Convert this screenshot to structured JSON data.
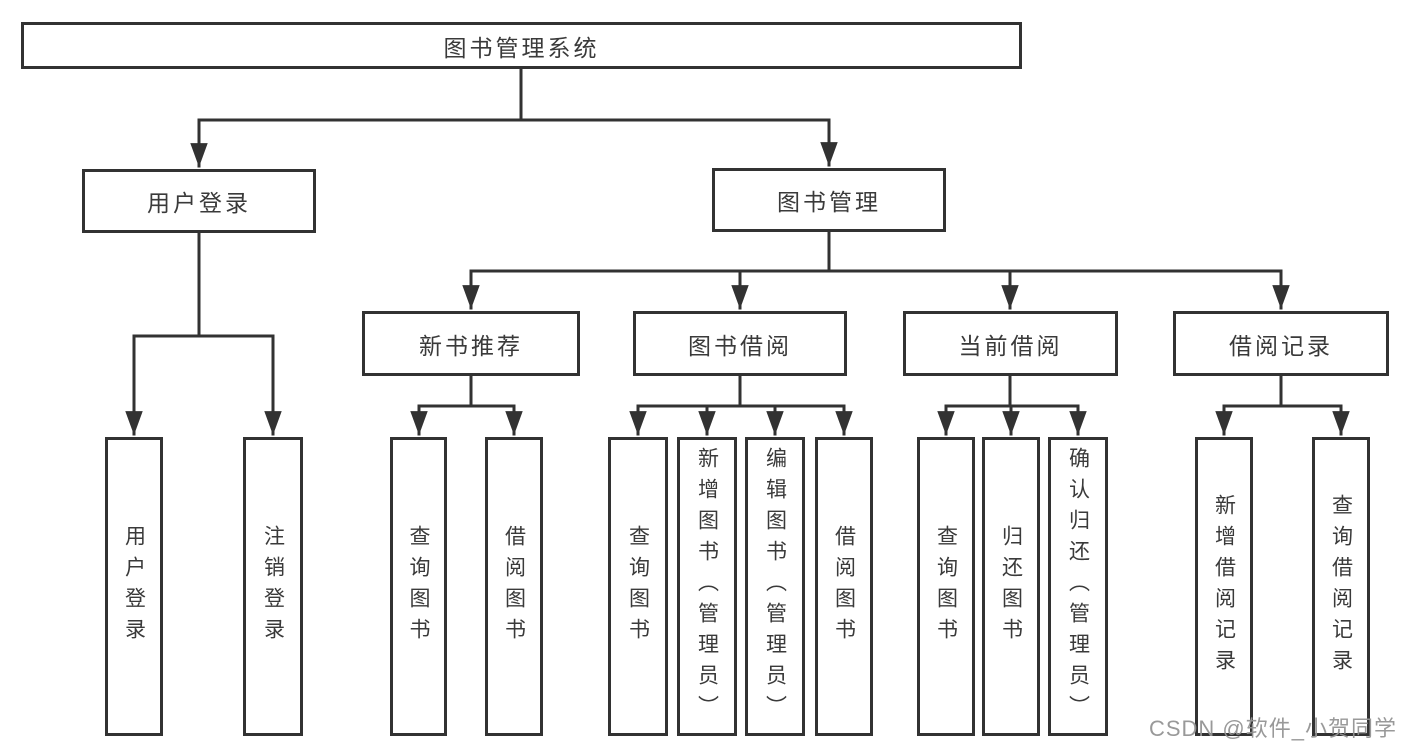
{
  "diagram": {
    "root": {
      "label": "图书管理系统"
    },
    "level2": {
      "user_login": {
        "label": "用户登录"
      },
      "book_mgmt": {
        "label": "图书管理"
      }
    },
    "level3": {
      "new_book_rec": {
        "label": "新书推荐"
      },
      "book_borrow": {
        "label": "图书借阅"
      },
      "current_borrow": {
        "label": "当前借阅"
      },
      "borrow_records": {
        "label": "借阅记录"
      }
    },
    "leaves": {
      "user_login_children": [
        {
          "label": "用户登录"
        },
        {
          "label": "注销登录"
        }
      ],
      "new_book_rec_children": [
        {
          "label": "查询图书"
        },
        {
          "label": "借阅图书"
        }
      ],
      "book_borrow_children": [
        {
          "label": "查询图书"
        },
        {
          "label": "新增图书（管理员）"
        },
        {
          "label": "编辑图书（管理员）"
        },
        {
          "label": "借阅图书"
        }
      ],
      "current_borrow_children": [
        {
          "label": "查询图书"
        },
        {
          "label": "归还图书"
        },
        {
          "label": "确认归还（管理员）"
        }
      ],
      "borrow_records_children": [
        {
          "label": "新增借阅记录"
        },
        {
          "label": "查询借阅记录"
        }
      ]
    },
    "colors": {
      "line": "#323232",
      "text": "#3a3a3a",
      "background": "#ffffff",
      "watermark": "#949494"
    }
  },
  "watermark": {
    "text": "CSDN @软件_小贺同学"
  }
}
